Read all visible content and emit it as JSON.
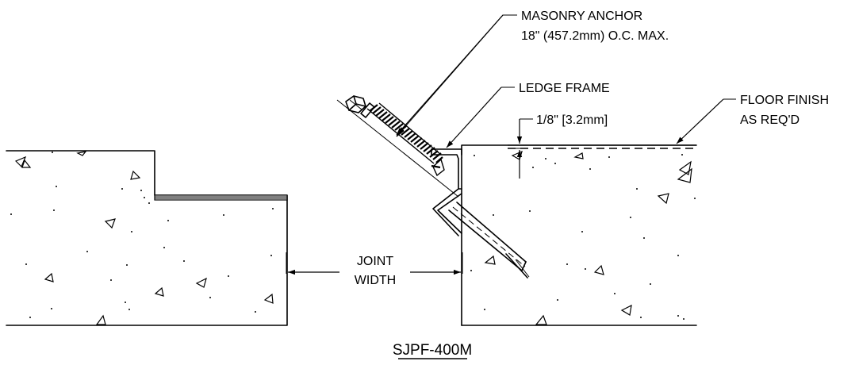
{
  "title": "SJPF-400M",
  "labels": {
    "anchor_line1": "MASONRY ANCHOR",
    "anchor_line2": "18\" (457.2mm) O.C. MAX.",
    "ledge_frame": "LEDGE FRAME",
    "dimension": "1/8\" [3.2mm]",
    "floor_finish_line1": "FLOOR FINISH",
    "floor_finish_line2": "AS REQ'D",
    "joint_line1": "JOINT",
    "joint_line2": "WIDTH"
  }
}
